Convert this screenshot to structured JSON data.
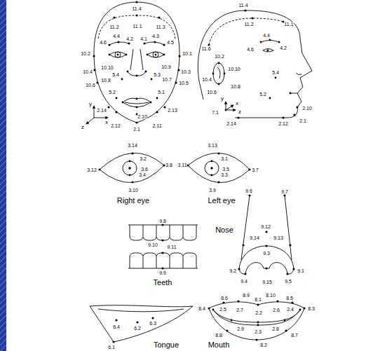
{
  "diagram": {
    "labels": [
      "11.4",
      "11.2",
      "11.1",
      "11.3",
      "4.4",
      "4.2",
      "4.1",
      "4.3",
      "4.6",
      "4.5",
      "10.2",
      "10.1",
      "10.10",
      "10.9",
      "10.4",
      "10.3",
      "5.4",
      "5.3",
      "10.8",
      "10.7",
      "10.5",
      "10.6",
      "5.2",
      "5.1",
      "2.14",
      "2.13",
      "2.10",
      "2.12",
      "2.11",
      "2.1",
      "y",
      "x",
      "z",
      "11.4",
      "11.2",
      "11.1",
      "4.4",
      "4.6",
      "4.2",
      "11.6",
      "10.2",
      "10.10",
      "5.4",
      "10.4",
      "10.8",
      "5.2",
      "10.6",
      "y",
      "x",
      "7.1",
      "z",
      "2.10",
      "2.1",
      "2.14",
      "2.12",
      "3.14",
      "3.13",
      "3.2",
      "3.1",
      "3.12",
      "3.6",
      "3.8",
      "3.11",
      "3.5",
      "3.7",
      "3.4",
      "3.3",
      "3.10",
      "3.9",
      "Right eye",
      "Left eye",
      "9.6",
      "9.7",
      "Nose",
      "9.12",
      "9.14",
      "9.13",
      "9.3",
      "9.2",
      "9.1",
      "9.4",
      "9.15",
      "9.5",
      "9.8",
      "9.10",
      "9.11",
      "9.9",
      "Teeth",
      "6.4",
      "6.2",
      "6.3",
      "6.1",
      "Tongue",
      "8.4",
      "8.6",
      "8.9",
      "8.1",
      "8.10",
      "8.5",
      "8.3",
      "2.5",
      "2.7",
      "2.2",
      "2.6",
      "2.4",
      "2.9",
      "2.3",
      "2.8",
      "8.8",
      "8.7",
      "8.2",
      "Mouth"
    ]
  }
}
